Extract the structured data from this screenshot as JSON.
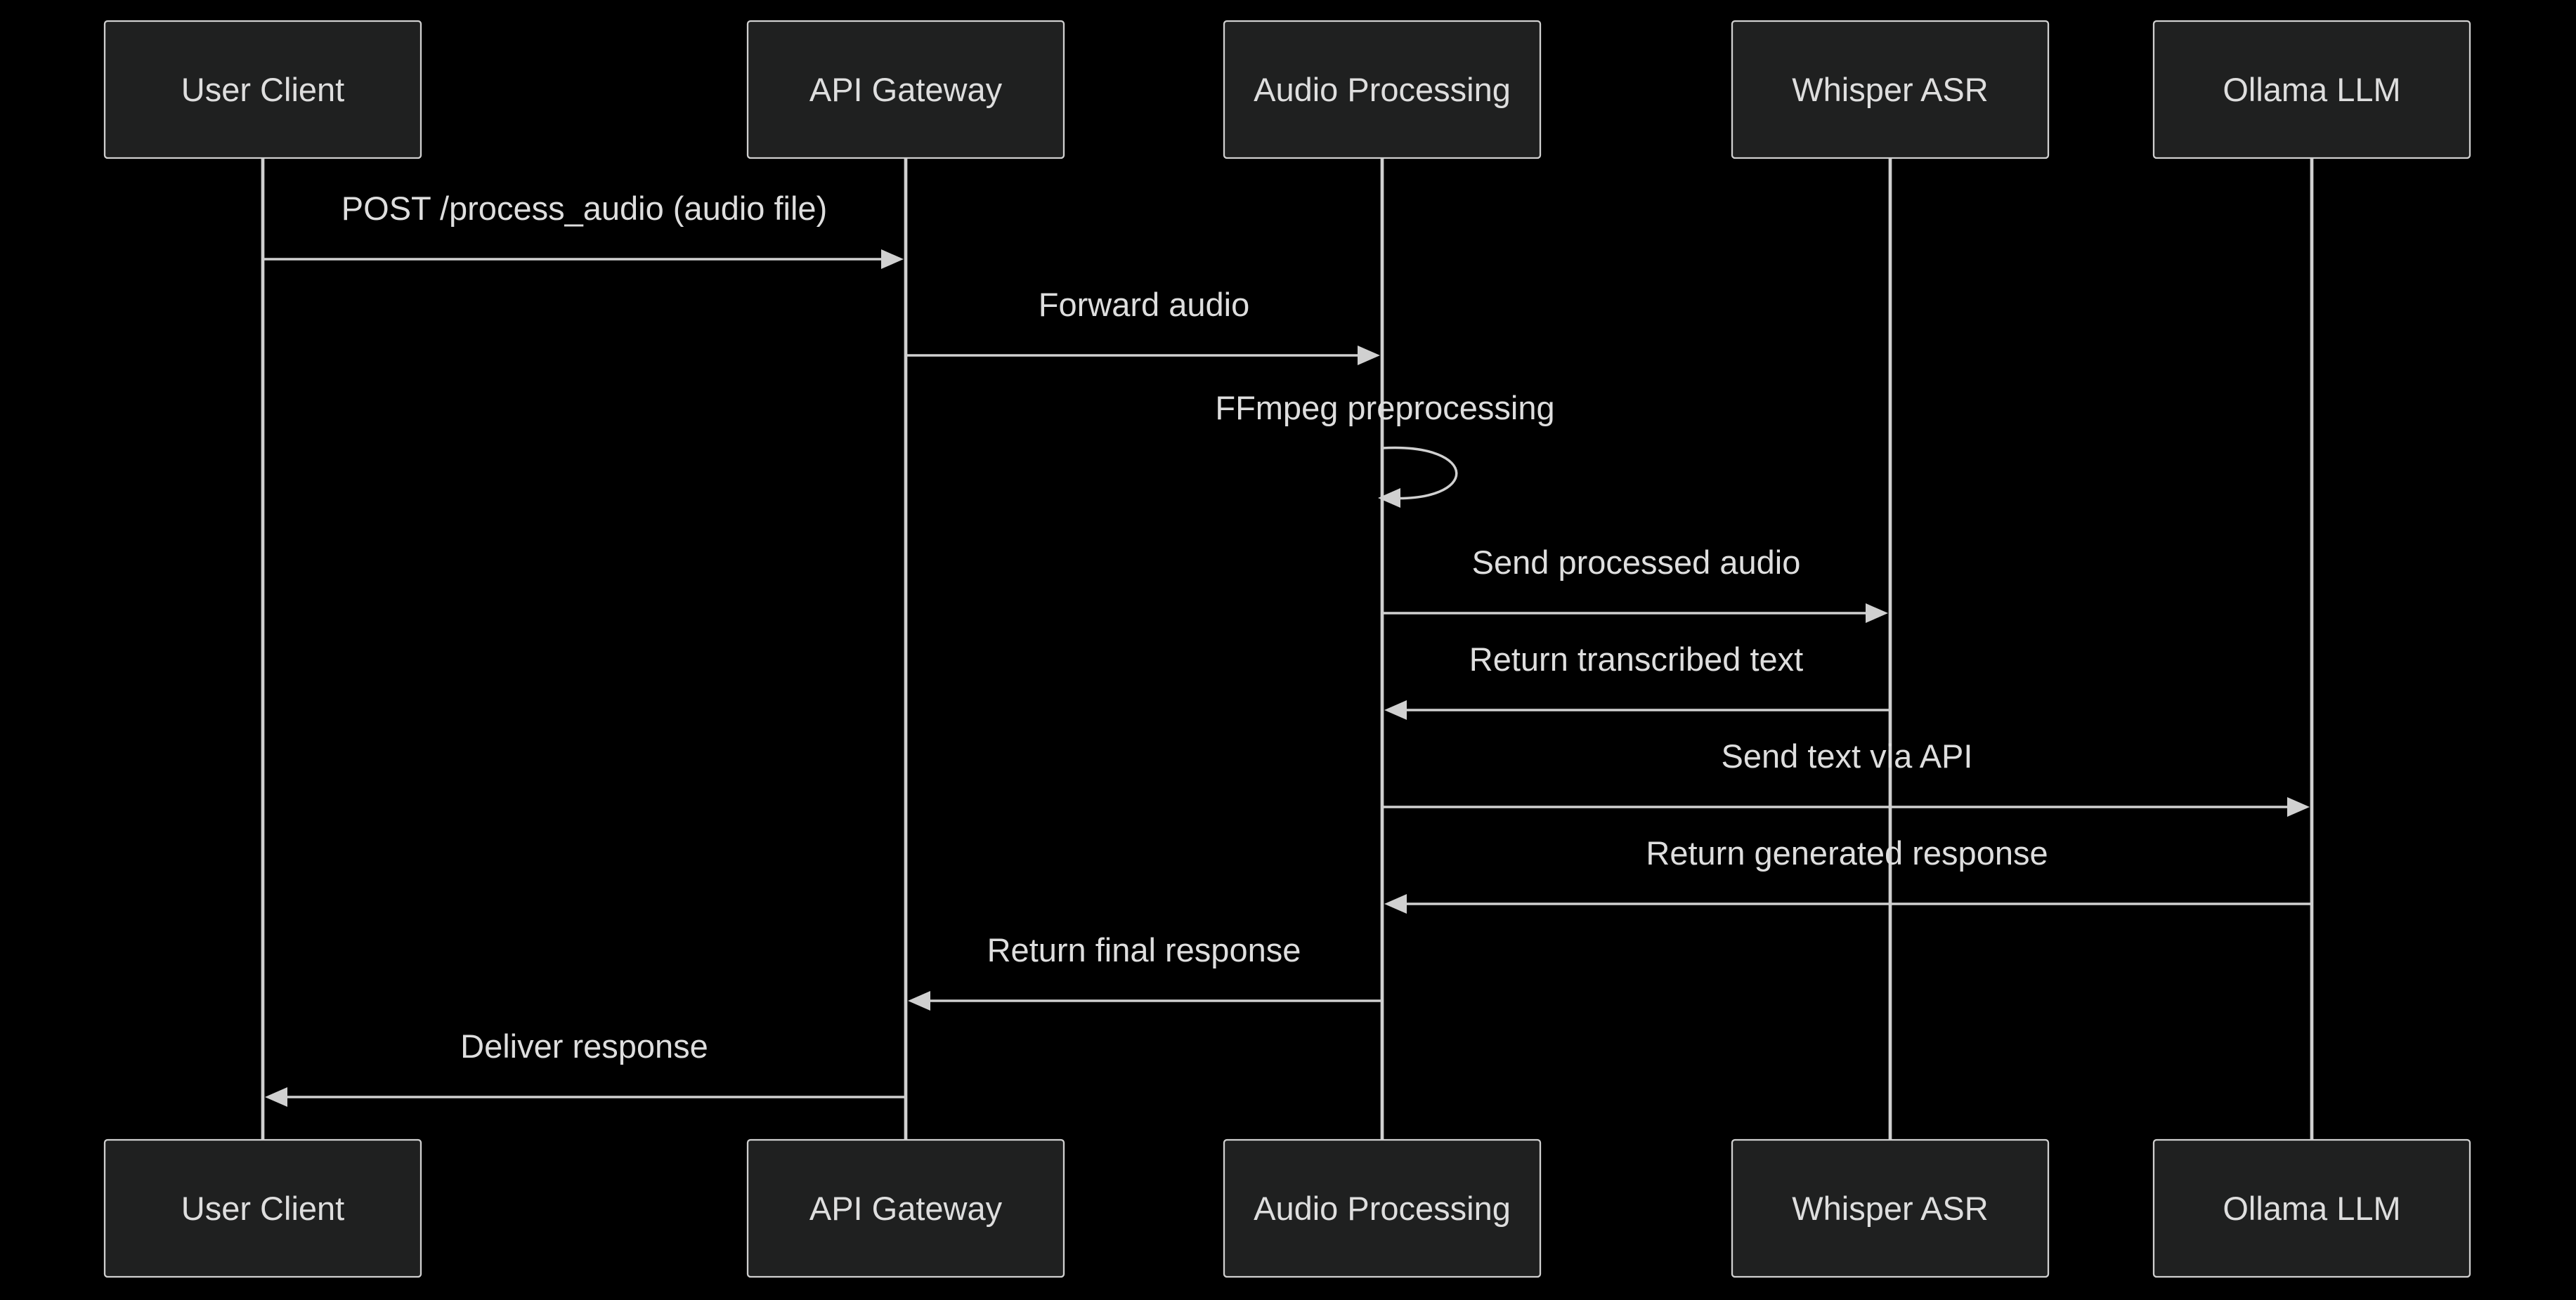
{
  "participants": [
    {
      "id": "user",
      "label": "User Client"
    },
    {
      "id": "gateway",
      "label": "API Gateway"
    },
    {
      "id": "audio",
      "label": "Audio Processing"
    },
    {
      "id": "whisper",
      "label": "Whisper ASR"
    },
    {
      "id": "ollama",
      "label": "Ollama LLM"
    }
  ],
  "messages": [
    {
      "from": "user",
      "to": "gateway",
      "label": "POST /process_audio (audio file)"
    },
    {
      "from": "gateway",
      "to": "audio",
      "label": "Forward audio"
    },
    {
      "from": "audio",
      "to": "audio",
      "label": "FFmpeg preprocessing"
    },
    {
      "from": "audio",
      "to": "whisper",
      "label": "Send processed audio"
    },
    {
      "from": "whisper",
      "to": "audio",
      "label": "Return transcribed text"
    },
    {
      "from": "audio",
      "to": "ollama",
      "label": "Send text via API"
    },
    {
      "from": "ollama",
      "to": "audio",
      "label": "Return generated response"
    },
    {
      "from": "audio",
      "to": "gateway",
      "label": "Return final response"
    },
    {
      "from": "gateway",
      "to": "user",
      "label": "Deliver response"
    }
  ],
  "colors": {
    "background": "#000000",
    "box_fill": "#1f2020",
    "line": "#d0d0d0",
    "text": "#dedede"
  }
}
